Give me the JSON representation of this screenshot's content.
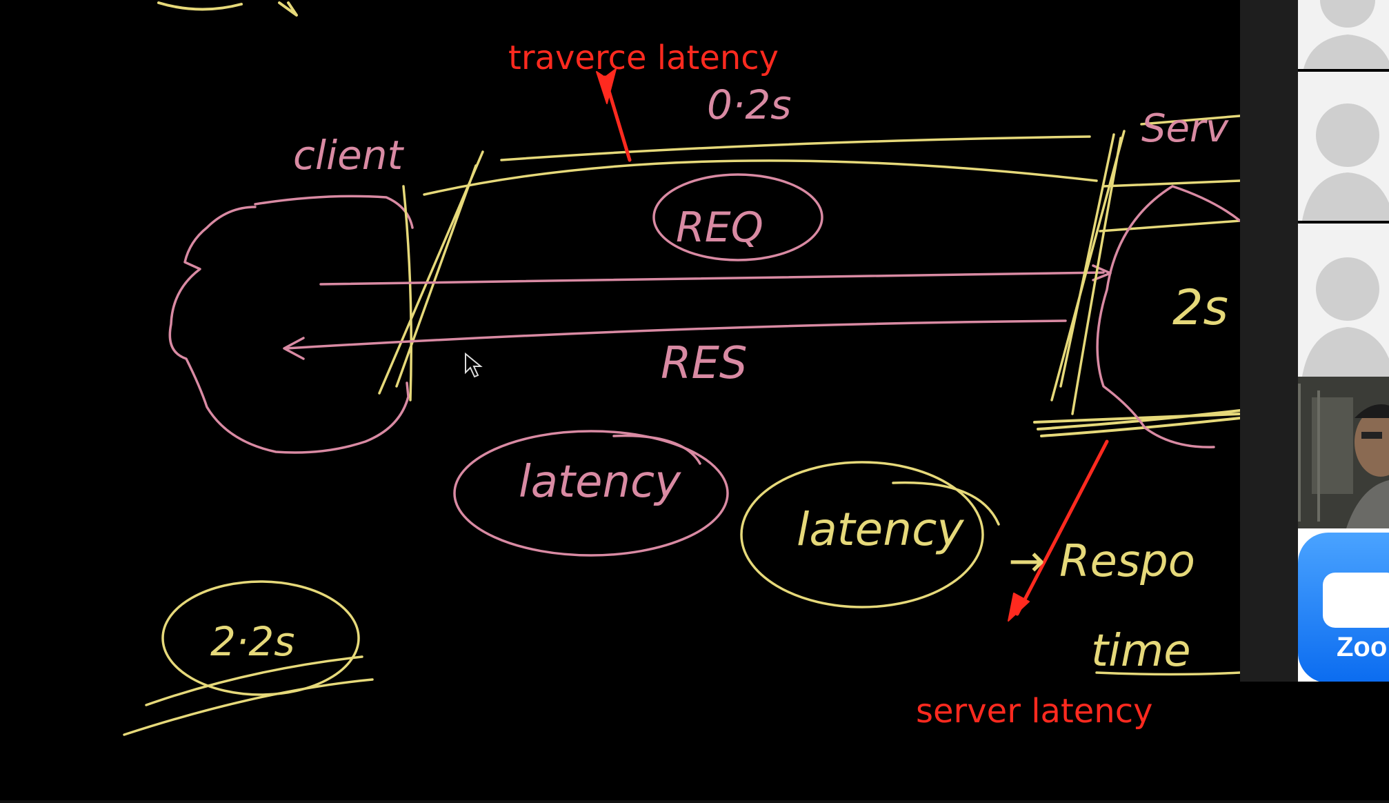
{
  "whiteboard": {
    "annotations": {
      "top": "traverce latency",
      "bottom": "server latency"
    },
    "handwriting": {
      "client": "client",
      "server": "Serv",
      "duration_top": "0·2s",
      "request": "REQ",
      "response": "RES",
      "latency_1": "latency",
      "latency_2": "latency",
      "server_time": "2s",
      "total": "2·2s",
      "response_time_1": "→ Respo",
      "response_time_2": "time"
    }
  },
  "participants": {
    "zoom_label": "Zoom"
  },
  "colors": {
    "background": "#000000",
    "pink_ink": "#d98aa3",
    "yellow_ink": "#e6d97a",
    "annotation_red": "#ff2a1f"
  }
}
